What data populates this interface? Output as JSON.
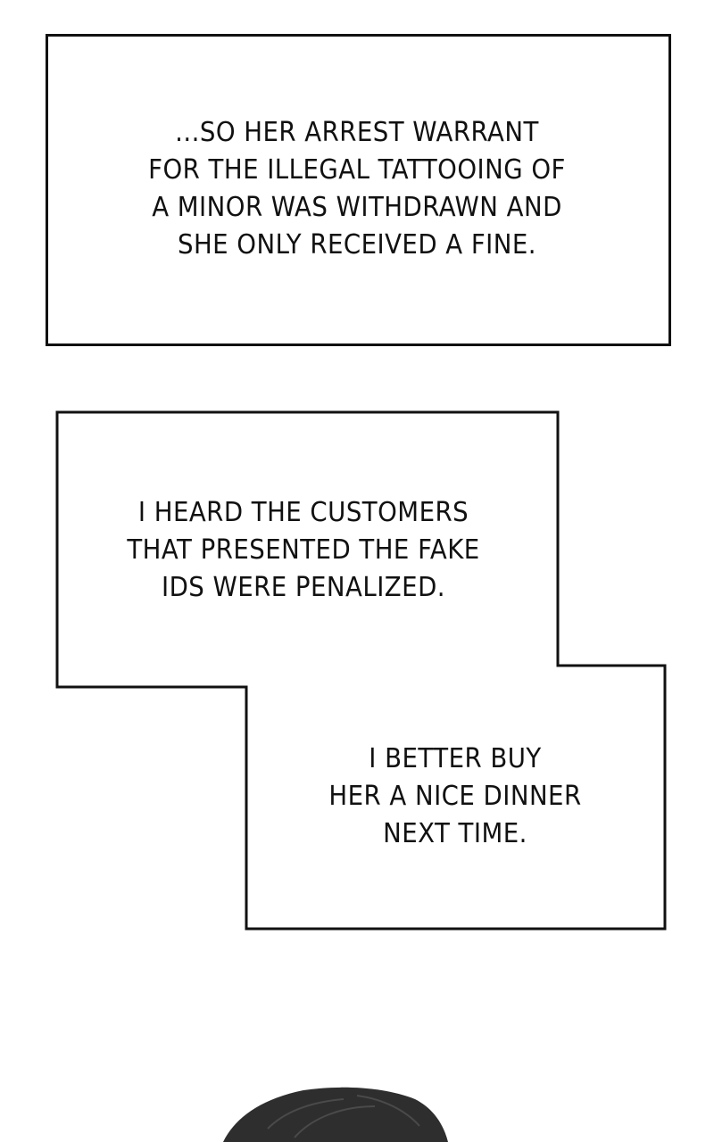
{
  "captions": [
    {
      "text": "...SO HER ARREST WARRANT\nFOR THE ILLEGAL TATTOOING OF\nA MINOR WAS WITHDRAWN AND\nSHE ONLY RECEIVED A FINE."
    },
    {
      "text": "I HEARD THE CUSTOMERS\nTHAT PRESENTED THE FAKE\nIDS WERE PENALIZED."
    },
    {
      "text": "I BETTER BUY\nHER A NICE DINNER\nNEXT TIME."
    }
  ],
  "colors": {
    "background": "#ffffff",
    "border": "#111111",
    "text": "#111111",
    "hair": "#2e2e2e"
  },
  "icons": {
    "character": "character-hair-icon"
  }
}
